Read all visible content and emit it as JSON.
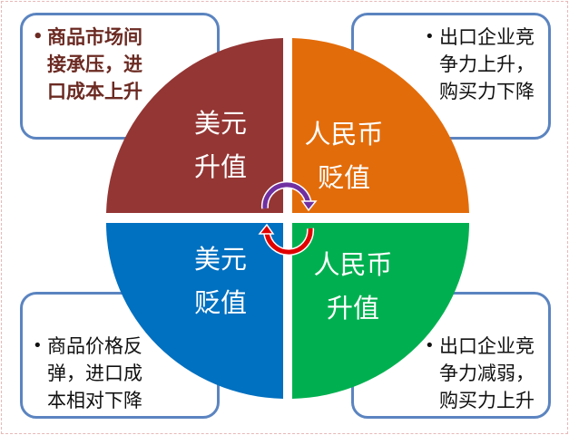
{
  "colors": {
    "usd_up": "#943634",
    "cny_down": "#e36c0a",
    "usd_down": "#0070c0",
    "cny_up": "#00b050",
    "box_border": "#5b84c0",
    "arrow_top": "#7030a0",
    "arrow_bottom": "#e00000"
  },
  "quadrants": {
    "top_left": {
      "line1": "美元",
      "line2": "升值"
    },
    "top_right": {
      "line1": "人民币",
      "line2": "贬值"
    },
    "bottom_left": {
      "line1": "美元",
      "line2": "贬值"
    },
    "bottom_right": {
      "line1": "人民币",
      "line2": "升值"
    }
  },
  "boxes": {
    "top_left": {
      "bullet": "•",
      "lines": [
        "商品市场间",
        "接承压，进",
        "口成本上升"
      ]
    },
    "top_right": {
      "bullet": "•",
      "lines": [
        "出口企业竞",
        "争力上升，",
        "购买力下降"
      ]
    },
    "bottom_left": {
      "bullet": "•",
      "lines": [
        "商品价格反",
        "弹，进口成",
        "本相对下降"
      ]
    },
    "bottom_right": {
      "bullet": "•",
      "lines": [
        "出口企业竞",
        "争力减弱，",
        "购买力上升"
      ]
    }
  }
}
